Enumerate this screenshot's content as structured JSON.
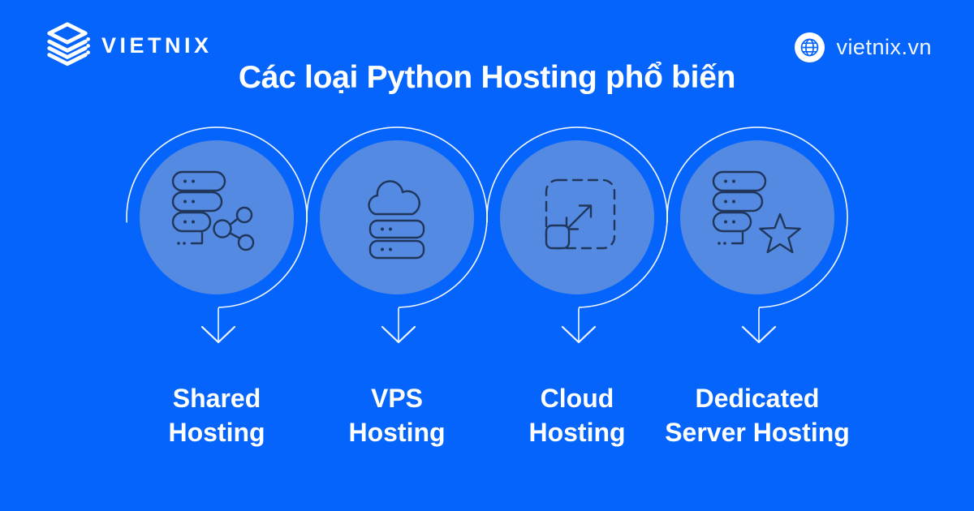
{
  "brand": {
    "logo_text": "VIETNIX",
    "logo_icon": "layer-stack-icon",
    "website": "vietnix.vn",
    "website_icon": "globe-icon"
  },
  "title": "Các loại Python Hosting phổ biến",
  "colors": {
    "background": "#0564fc",
    "circle_fill": "#548ae2",
    "icon_stroke": "#20365a",
    "ring_and_text": "#ffffff"
  },
  "hosting_types": [
    {
      "name": "Shared Hosting",
      "line1": "Shared",
      "line2": "Hosting",
      "icon": "server-share-icon"
    },
    {
      "name": "VPS Hosting",
      "line1": "VPS",
      "line2": "Hosting",
      "icon": "cloud-server-icon"
    },
    {
      "name": "Cloud Hosting",
      "line1": "Cloud",
      "line2": "Hosting",
      "icon": "expand-scale-icon"
    },
    {
      "name": "Dedicated Server Hosting",
      "line1": "Dedicated",
      "line2": "Server Hosting",
      "icon": "server-star-icon"
    }
  ]
}
